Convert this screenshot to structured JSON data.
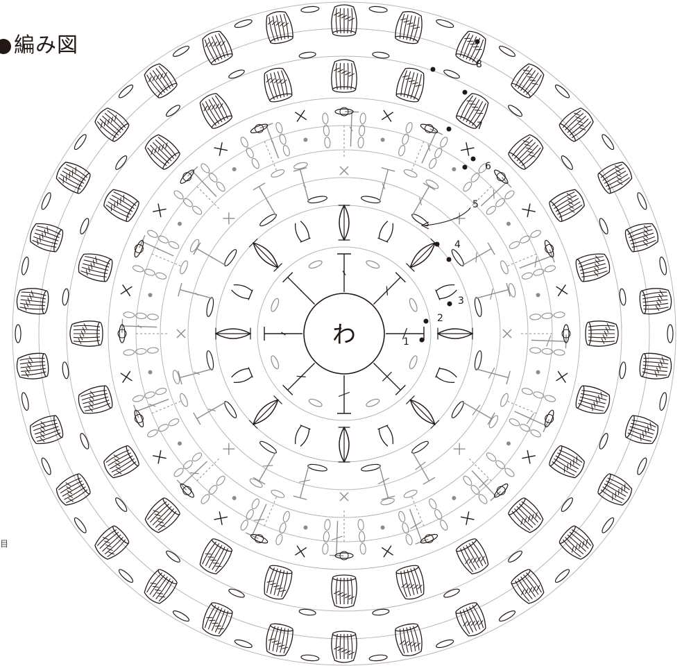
{
  "title": "編み図",
  "center_label": "わ",
  "side_mark": "目",
  "round_labels": [
    "1",
    "2",
    "3",
    "4",
    "5",
    "6",
    "7",
    "8"
  ],
  "colors": {
    "ink": "#231815",
    "guide": "#b5b5b5",
    "light_stitch": "#8c8c8c",
    "dot": "#231815",
    "gray_dot": "#8c8c8c"
  },
  "symbols": [
    "chain-stitch",
    "single-crochet",
    "double-crochet",
    "treble-crochet-cluster",
    "slip-stitch"
  ]
}
